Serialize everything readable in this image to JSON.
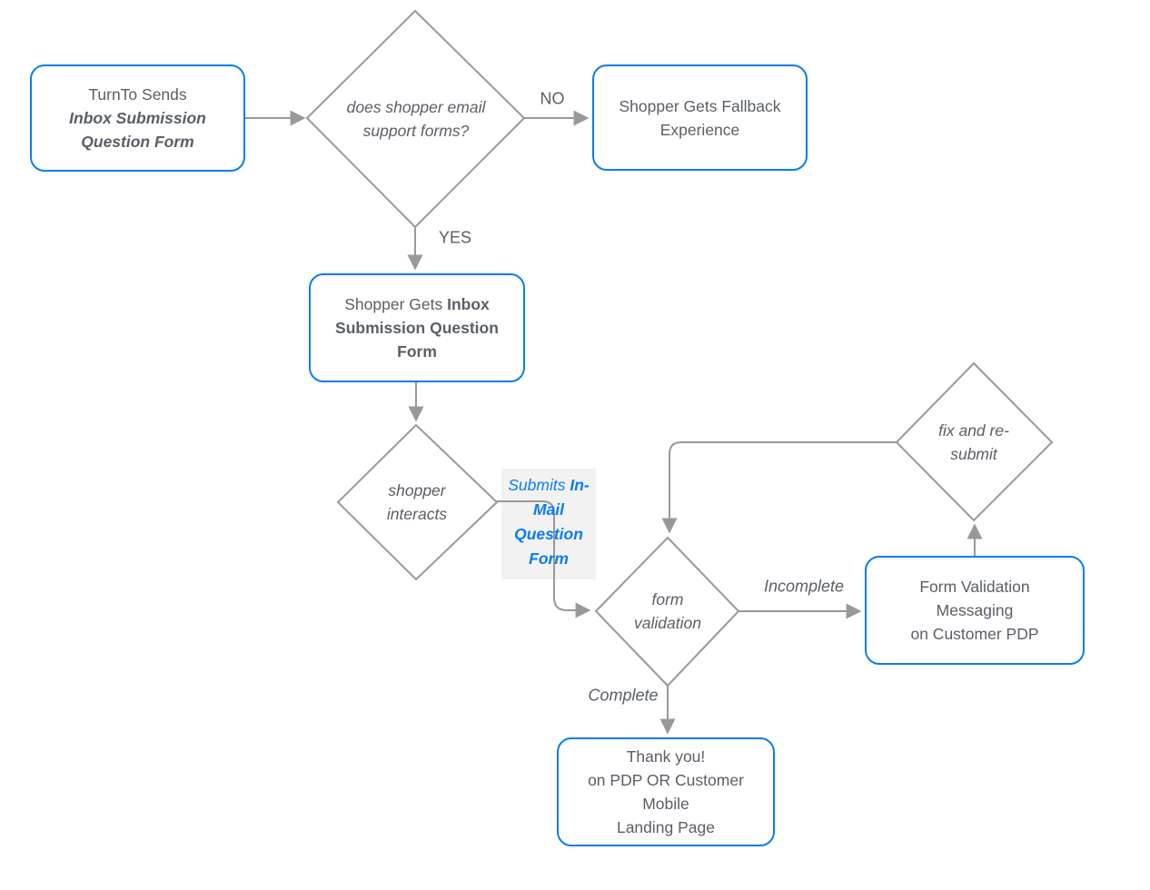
{
  "diagram": {
    "type": "flowchart",
    "colors": {
      "node_border": "#0b7cf0",
      "connector": "#999999",
      "text": "#595f66",
      "link_text": "#0b7cf0",
      "link_label_background": "#f2f2f2",
      "background": "#ffffff"
    },
    "nodes": {
      "turnto": {
        "regular": "TurnTo Sends",
        "bold_italic": "Inbox Submission Question Form"
      },
      "fallback": {
        "text": "Shopper Gets Fallback Experience"
      },
      "inbox_form": {
        "regular": "Shopper Gets",
        "bold": "Inbox Submission Question Form"
      },
      "validation_msg": {
        "lines": [
          "Form Validation",
          "Messaging",
          "on Customer PDP"
        ]
      },
      "thankyou": {
        "lines": [
          "Thank you!",
          "on PDP OR Customer",
          "Mobile",
          "Landing Page"
        ]
      }
    },
    "decisions": {
      "email_support": "does shopper email support forms?",
      "shopper_interacts": "shopper interacts",
      "form_validation": "form validation",
      "fix_resubmit": "fix and re-submit"
    },
    "edge_labels": {
      "no": "NO",
      "yes": "YES",
      "incomplete": "Incomplete",
      "complete": "Complete",
      "submits_regular": "Submits",
      "submits_bold": "In-Mail Question Form"
    }
  }
}
